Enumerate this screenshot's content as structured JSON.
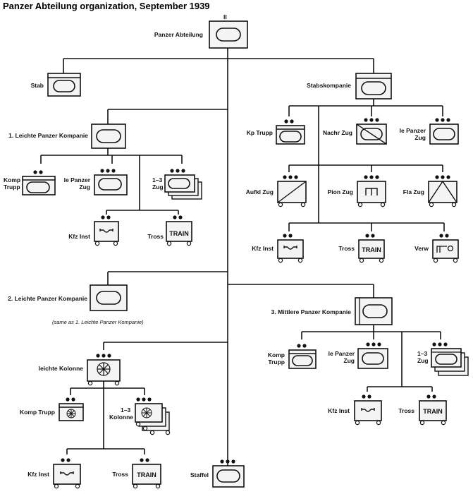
{
  "title": "Panzer Abteilung organization, September 1939",
  "labels": {
    "hq": "Panzer Abteilung",
    "stab": "Stab",
    "stabskompanie": "Stabskompanie",
    "lk1": "1. Leichte Panzer Kompanie",
    "lk1_komp_trupp_1": "Komp",
    "lk1_komp_trupp_2": "Trupp",
    "lk1_le_panzer_zug_1": "le Panzer",
    "lk1_le_panzer_zug_2": "Zug",
    "lk1_zug_1": "1–3",
    "lk1_zug_2": "Zug",
    "lk1_kfz_inst": "Kfz Inst",
    "lk1_tross": "Tross",
    "sk_kp_trupp": "Kp Trupp",
    "sk_nachr_zug": "Nachr Zug",
    "sk_le_panzer_zug_1": "le Panzer",
    "sk_le_panzer_zug_2": "Zug",
    "sk_aufkl_zug": "Aufkl Zug",
    "sk_pion_zug": "Pion Zug",
    "sk_fla_zug": "Fla Zug",
    "sk_kfz_inst": "Kfz Inst",
    "sk_tross": "Tross",
    "sk_verw": "Verw",
    "lk2": "2. Leichte Panzer Kompanie",
    "lk2_note": "(same as 1. Leichte Panzer Kompanie)",
    "lkol": "leichte Kolonne",
    "lkol_komp_trupp": "Komp Trupp",
    "lkol_kolonne_1": "1–3",
    "lkol_kolonne_2": "Kolonne",
    "lkol_kfz_inst": "Kfz Inst",
    "lkol_tross": "Tross",
    "staffel": "Staffel",
    "mk3": "3. Mittlere Panzer Kompanie",
    "mk3_komp_trupp_1": "Komp",
    "mk3_komp_trupp_2": "Trupp",
    "mk3_le_panzer_zug_1": "le Panzer",
    "mk3_le_panzer_zug_2": "Zug",
    "mk3_zug_1": "1–3",
    "mk3_zug_2": "Zug",
    "mk3_kfz_inst": "Kfz Inst",
    "mk3_tross": "Tross",
    "train": "TRAIN",
    "hq_size": "II"
  }
}
